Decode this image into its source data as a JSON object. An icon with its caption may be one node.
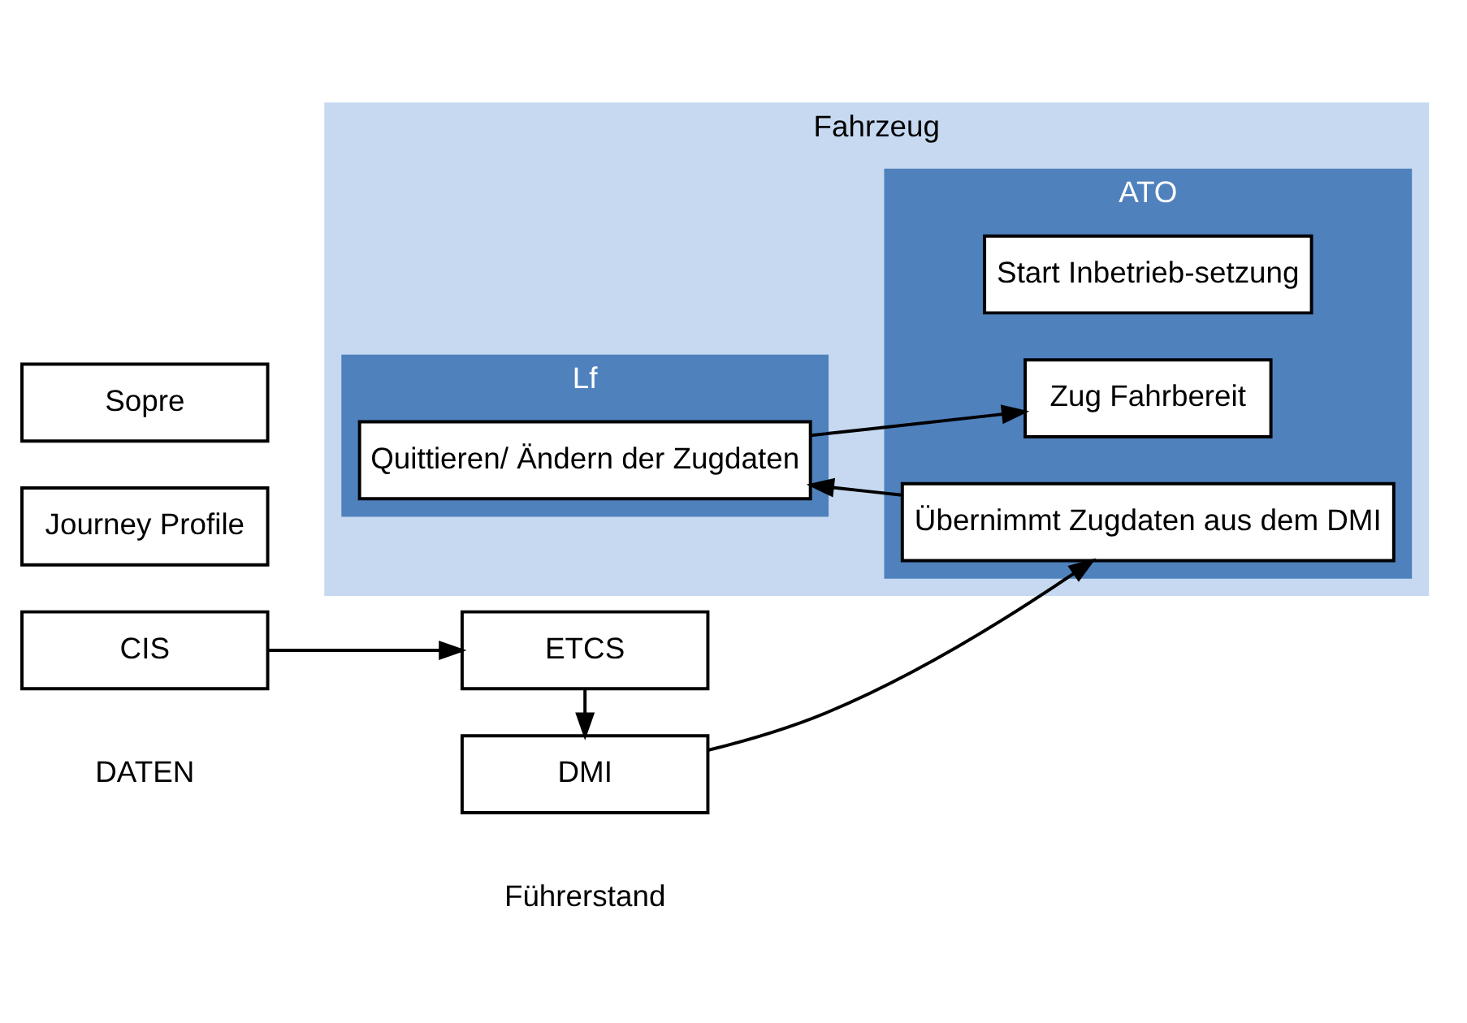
{
  "diagram": {
    "nodes": [
      {
        "text": [
          "Journey Profile"
        ]
      },
      {
        "text": [
          "CIS"
        ]
      },
      {
        "text": [
          "Sopre"
        ]
      },
      {
        "text": [
          "Fahrzeug"
        ]
      },
      {
        "text": [
          "Lf"
        ],
        "in": 3
      },
      {
        "text": [
          "Quittieren/ Ändern der Zugdaten"
        ],
        "in": 4
      },
      {
        "text": [
          "ATO"
        ],
        "in": 3
      },
      {
        "text": [
          "Start Inbetrieb-setzung"
        ],
        "in": 6
      },
      {
        "text": [
          "Übernimmt Zugdaten aus dem DMI"
        ],
        "in": 6
      },
      {
        "text": [
          "Zug Fahrbereit"
        ],
        "in": 6
      },
      {
        "text": [
          "ETCS"
        ]
      },
      {
        "text": [
          "DMI"
        ]
      }
    ],
    "edges": [
      {
        "from": 1,
        "to": 10,
        "arrow": "to"
      },
      {
        "from": 10,
        "to": 11,
        "arrow": "to"
      },
      {
        "from": 11,
        "to": 8,
        "arrow": "to"
      },
      {
        "from": 8,
        "to": 5,
        "arrow": "to"
      },
      {
        "from": 5,
        "to": 9,
        "arrow": "to"
      }
    ],
    "labels": [
      "DATEN",
      "Führerstand"
    ]
  }
}
